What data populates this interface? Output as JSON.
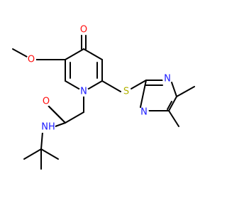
{
  "colors": {
    "N": "#1a1aff",
    "O": "#ff0d0d",
    "S": "#b2b200",
    "bond": "#000000"
  },
  "atoms": [
    {
      "id": "N1",
      "label": "N"
    },
    {
      "id": "O1",
      "label": "O"
    },
    {
      "id": "O2",
      "label": "O"
    },
    {
      "id": "O3",
      "label": "O"
    },
    {
      "id": "NH",
      "label": "NH"
    },
    {
      "id": "S1",
      "label": "S"
    },
    {
      "id": "Np1",
      "label": "N"
    },
    {
      "id": "Np2",
      "label": "N"
    }
  ]
}
